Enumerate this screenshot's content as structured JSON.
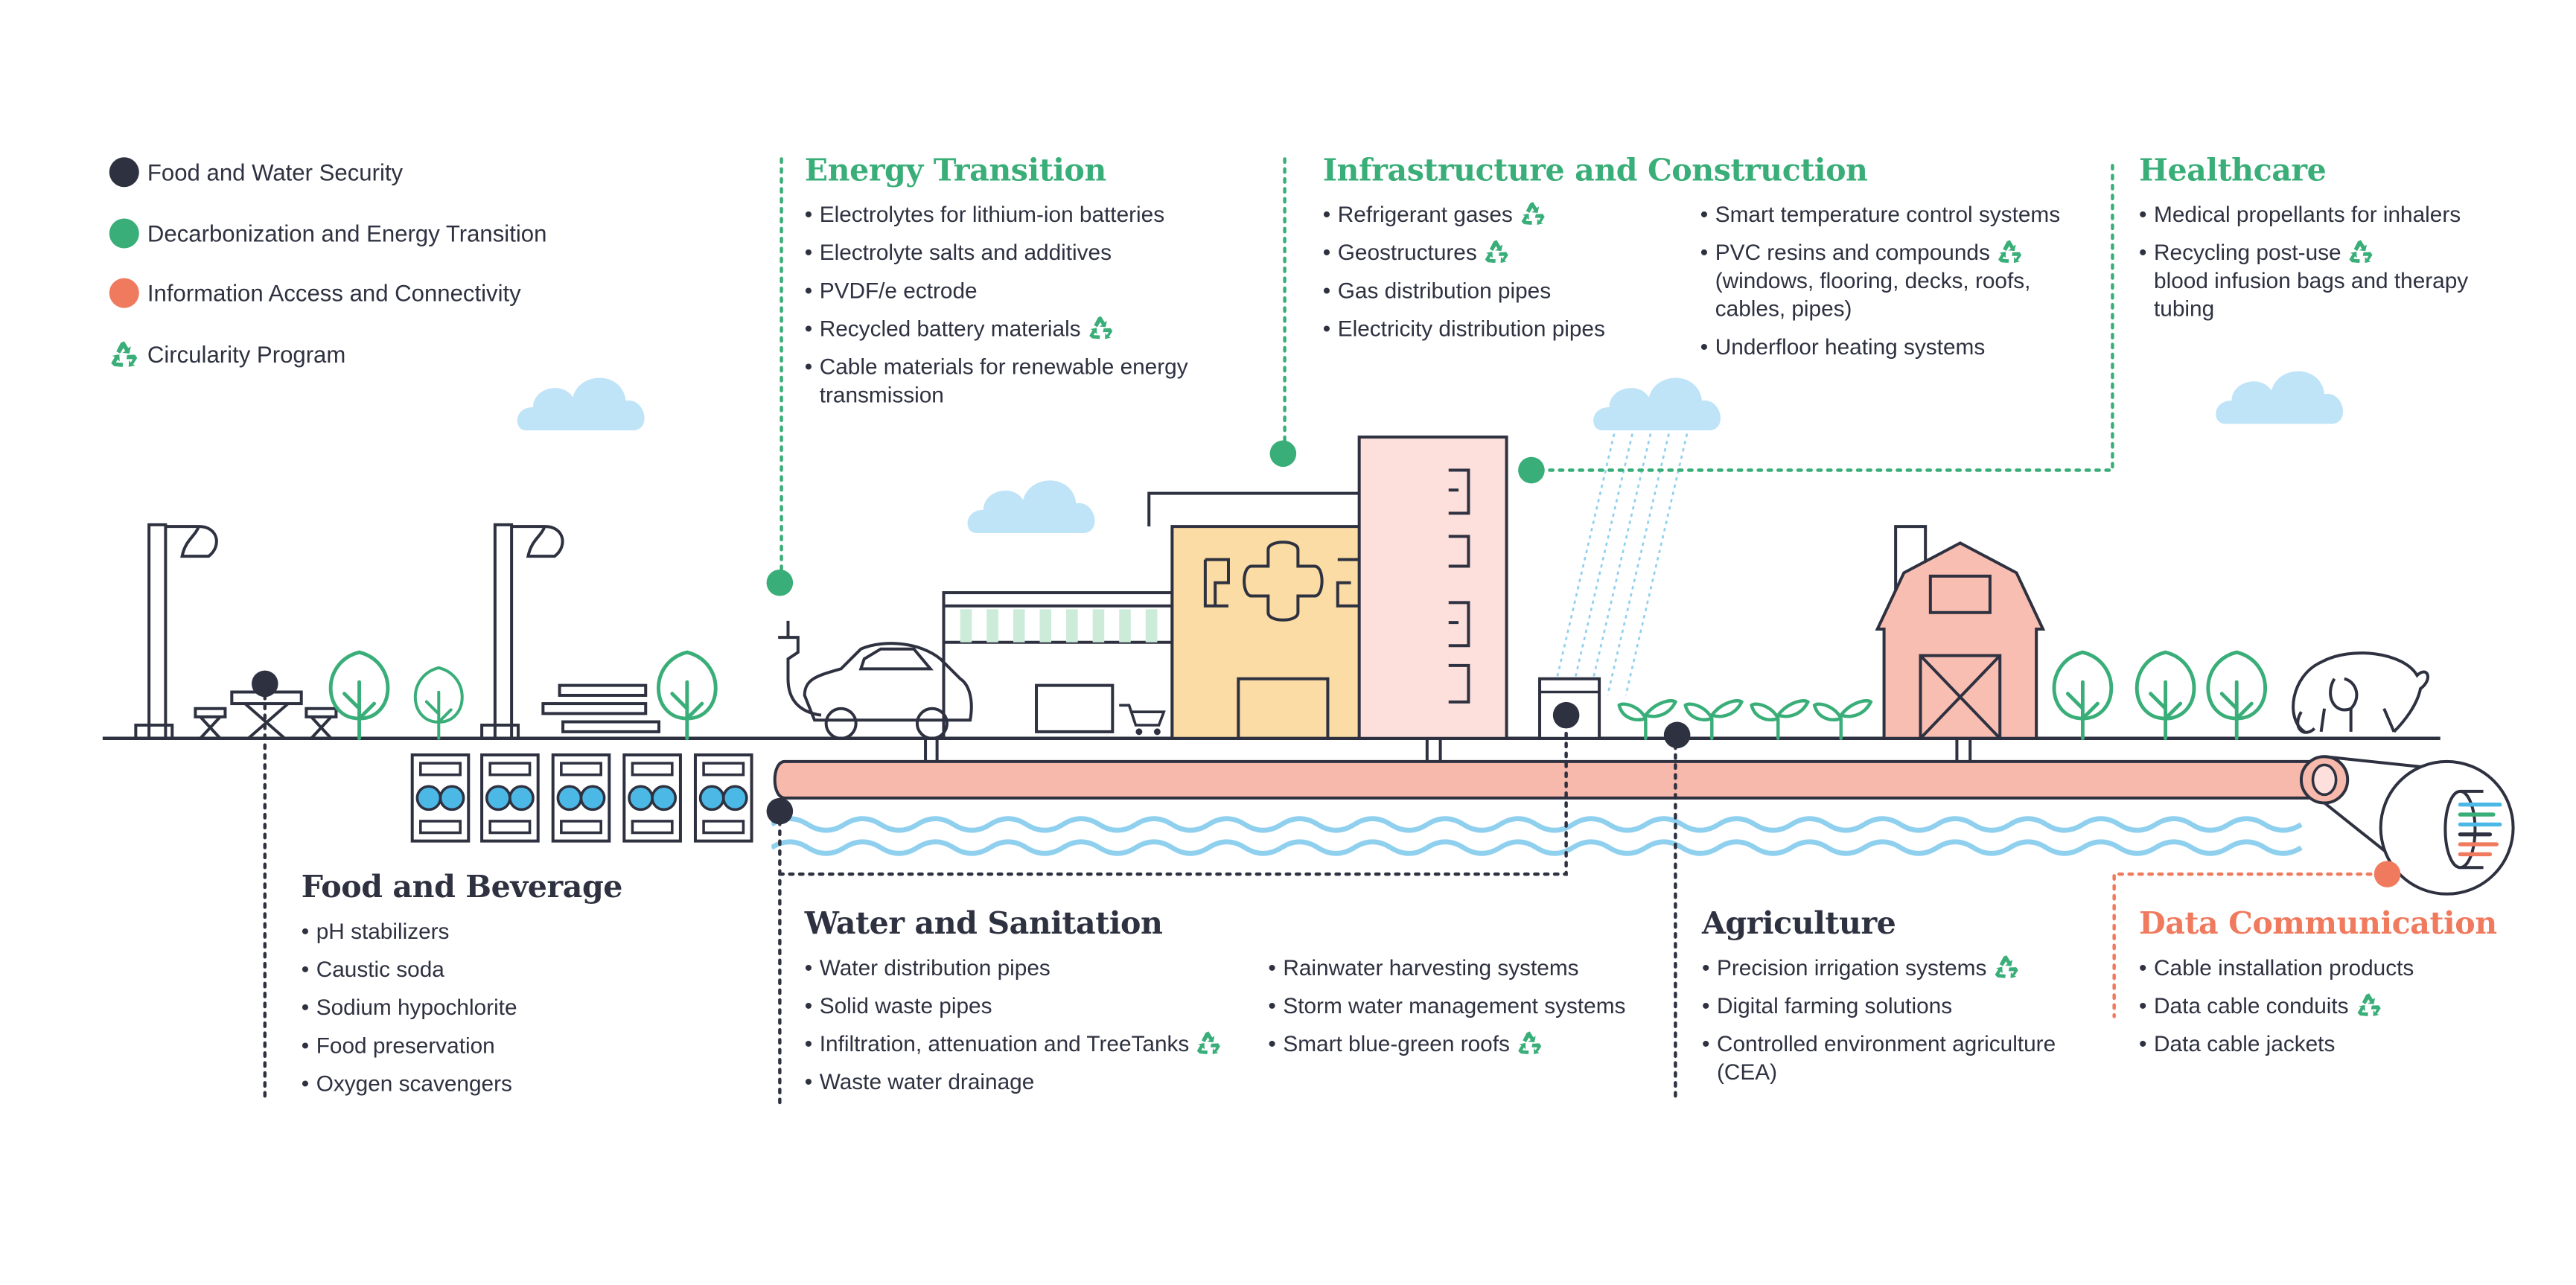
{
  "colors": {
    "navy": "#2e3140",
    "green": "#3aae78",
    "orange": "#f07a5e",
    "pipe": "#f7b9ab",
    "water": "#8fd0ef",
    "cloud": "#bfe3f7",
    "building_yellow": "#fbdca4",
    "building_pink": "#fde0dc",
    "barn": "#f9beb2"
  },
  "legend": [
    {
      "label": "Food and Water Security",
      "marker": "dot",
      "color": "#2e3140"
    },
    {
      "label": "Decarbonization and Energy Transition",
      "marker": "dot",
      "color": "#3aae78"
    },
    {
      "label": "Information Access and Connectivity",
      "marker": "dot",
      "color": "#f07a5e"
    },
    {
      "label": "Circularity Program",
      "marker": "recycle-icon",
      "color": "#3aae78"
    }
  ],
  "sections": {
    "energy": {
      "title": "Energy Transition",
      "items": [
        {
          "text": "Electrolytes for lithium-ion batteries",
          "recycle": false
        },
        {
          "text": "Electrolyte salts and additives",
          "recycle": false
        },
        {
          "text": "PVDF/e ectrode",
          "recycle": false
        },
        {
          "text": "Recycled battery materials",
          "recycle": true
        },
        {
          "text": "Cable materials for renewable energy transmission",
          "recycle": false
        }
      ]
    },
    "infra": {
      "title": "Infrastructure and Construction",
      "items_left": [
        {
          "text": "Refrigerant gases",
          "recycle": true
        },
        {
          "text": "Geostructures",
          "recycle": true
        },
        {
          "text": "Gas distribution pipes",
          "recycle": false
        },
        {
          "text": "Electricity distribution pipes",
          "recycle": false
        }
      ],
      "items_right": [
        {
          "text": "Smart temperature control systems",
          "recycle": false
        },
        {
          "text": "PVC resins and compounds",
          "recycle": true,
          "extra": "(windows, flooring, decks, roofs, cables, pipes)"
        },
        {
          "text": "Underfloor heating systems",
          "recycle": false
        }
      ]
    },
    "health": {
      "title": "Healthcare",
      "items": [
        {
          "text": "Medical propellants for inhalers",
          "recycle": false
        },
        {
          "text": "Recycling post-use",
          "recycle": true,
          "extra": "blood infusion bags and therapy tubing"
        }
      ]
    },
    "food": {
      "title": "Food and Beverage",
      "items": [
        {
          "text": "pH stabilizers",
          "recycle": false
        },
        {
          "text": "Caustic soda",
          "recycle": false
        },
        {
          "text": "Sodium hypochlorite",
          "recycle": false
        },
        {
          "text": "Food preservation",
          "recycle": false
        },
        {
          "text": "Oxygen scavengers",
          "recycle": false
        }
      ]
    },
    "water": {
      "title": "Water and Sanitation",
      "items_left": [
        {
          "text": "Water distribution pipes",
          "recycle": false
        },
        {
          "text": "Solid waste pipes",
          "recycle": false
        },
        {
          "text": "Infiltration, attenuation and TreeTanks",
          "recycle": true
        },
        {
          "text": "Waste water drainage",
          "recycle": false
        }
      ],
      "items_right": [
        {
          "text": "Rainwater harvesting systems",
          "recycle": false
        },
        {
          "text": "Storm water management systems",
          "recycle": false
        },
        {
          "text": "Smart blue-green roofs",
          "recycle": true
        }
      ]
    },
    "agri": {
      "title": "Agriculture",
      "items": [
        {
          "text": "Precision irrigation systems",
          "recycle": true
        },
        {
          "text": "Digital farming solutions",
          "recycle": false
        },
        {
          "text": "Controlled environment agriculture (CEA)",
          "recycle": false
        }
      ]
    },
    "data": {
      "title": "Data Communication",
      "items": [
        {
          "text": "Cable installation products",
          "recycle": false
        },
        {
          "text": "Data cable conduits",
          "recycle": true
        },
        {
          "text": "Data cable jackets",
          "recycle": false
        }
      ]
    }
  }
}
